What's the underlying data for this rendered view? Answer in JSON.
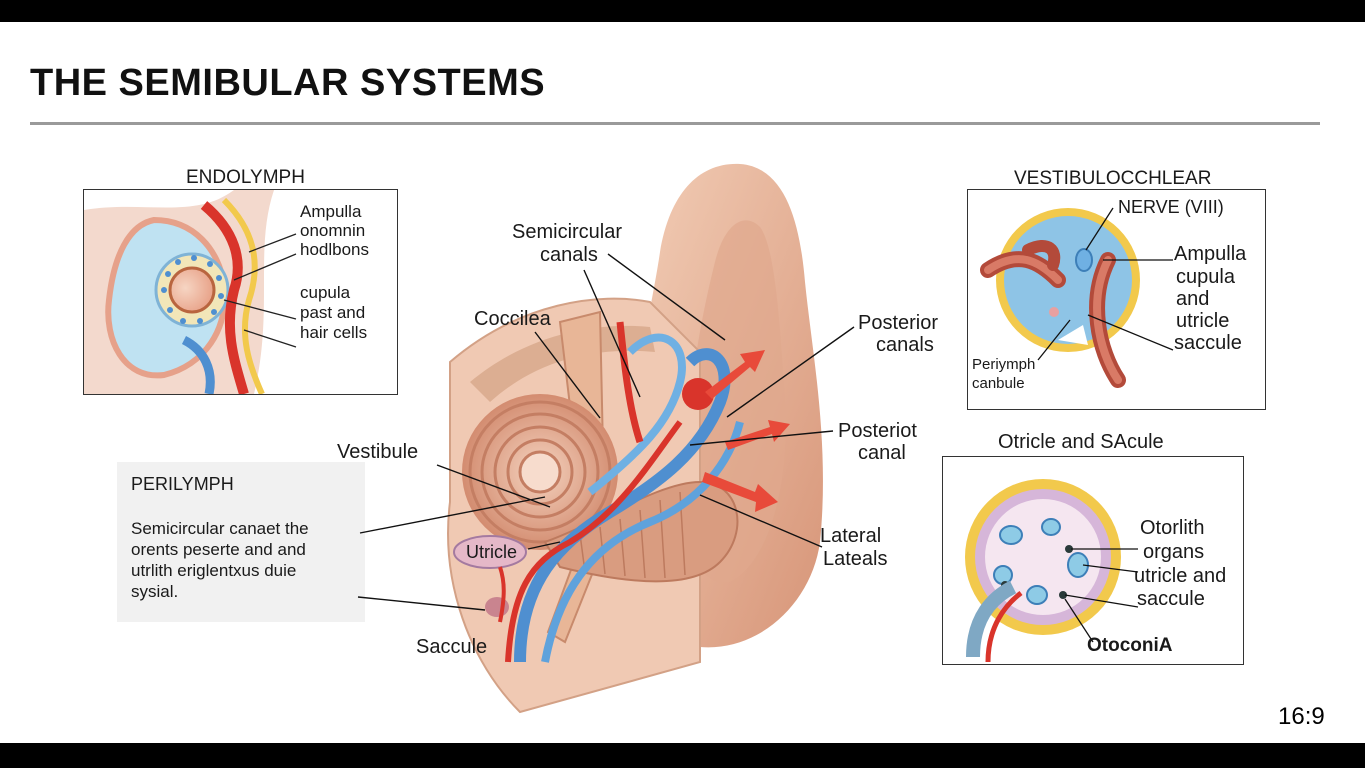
{
  "title": "THE SEMIBULAR SYSTEMS",
  "aspect_ratio": "16:9",
  "endolymph_panel": {
    "heading": "ENDOLYMPH",
    "labels": [
      "Ampulla",
      "onomnin",
      "hodlbons",
      "cupula",
      "past and",
      "hair cells"
    ]
  },
  "perilymph_panel": {
    "heading": "PERILYMPH",
    "text_lines": [
      "Semicircular canaet the",
      "orents peserte and and",
      "utrlith eriglentxus duie",
      "sysial."
    ]
  },
  "main_labels": {
    "semicircular_canals": [
      "Semicircular",
      "canals"
    ],
    "cochlea": "Coccilea",
    "vestibule": "Vestibule",
    "utricle": "Utricle",
    "saccule": "Saccule",
    "posterior_canals": [
      "Posterior",
      "canals"
    ],
    "posteriot_canal": [
      "Posteriot",
      "canal"
    ],
    "lateral": [
      "Lateral",
      "Lateals"
    ]
  },
  "vestibulocochlear_panel": {
    "heading": "VESTIBULOCCHLEAR",
    "subheading": "NERVE (VIII)",
    "right_labels": [
      "Ampulla",
      "cupula",
      "and",
      "utricle",
      "saccule"
    ],
    "left_labels": [
      "Periymph",
      "canbule"
    ]
  },
  "otricle_panel": {
    "heading": "Otricle and SAcule",
    "right_labels": [
      "Otorlith",
      "organs",
      "utricle and",
      "saccule"
    ],
    "bottom_label": "OtoconiA"
  },
  "colors": {
    "skin": "#e8b89a",
    "endolymph_blue": "#4f8fd0",
    "artery_red": "#d9342b",
    "cochlea_tan": "#d9a28a",
    "nerve_yellow": "#f2c94c"
  }
}
